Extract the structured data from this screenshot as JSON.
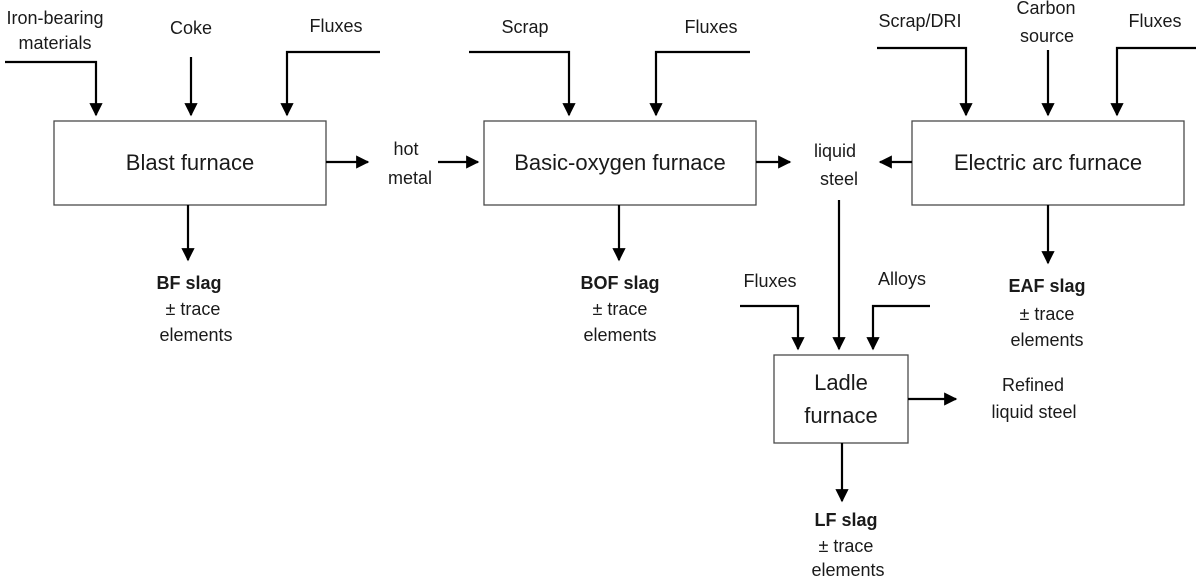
{
  "furnaces": {
    "blast": "Blast furnace",
    "bof": "Basic-oxygen furnace",
    "eaf": "Electric arc furnace",
    "ladle_line1": "Ladle",
    "ladle_line2": "furnace"
  },
  "inputs": {
    "iron_line1": "Iron-bearing",
    "iron_line2": "materials",
    "coke": "Coke",
    "bf_fluxes": "Fluxes",
    "bof_scrap": "Scrap",
    "bof_fluxes": "Fluxes",
    "eaf_scrap": "Scrap/DRI",
    "carbon_line1": "Carbon",
    "carbon_line2": "source",
    "eaf_fluxes": "Fluxes",
    "lf_fluxes": "Fluxes",
    "lf_alloys": "Alloys"
  },
  "intermediates": {
    "hot_line1": "hot",
    "hot_line2": "metal",
    "liquid_line1": "liquid",
    "liquid_line2": "steel",
    "refined_line1": "Refined",
    "refined_line2": "liquid steel"
  },
  "slags": {
    "bf": "BF slag",
    "bof": "BOF slag",
    "eaf": "EAF slag",
    "lf": "LF slag",
    "trace_line1": "± trace",
    "trace_line2": "elements"
  }
}
